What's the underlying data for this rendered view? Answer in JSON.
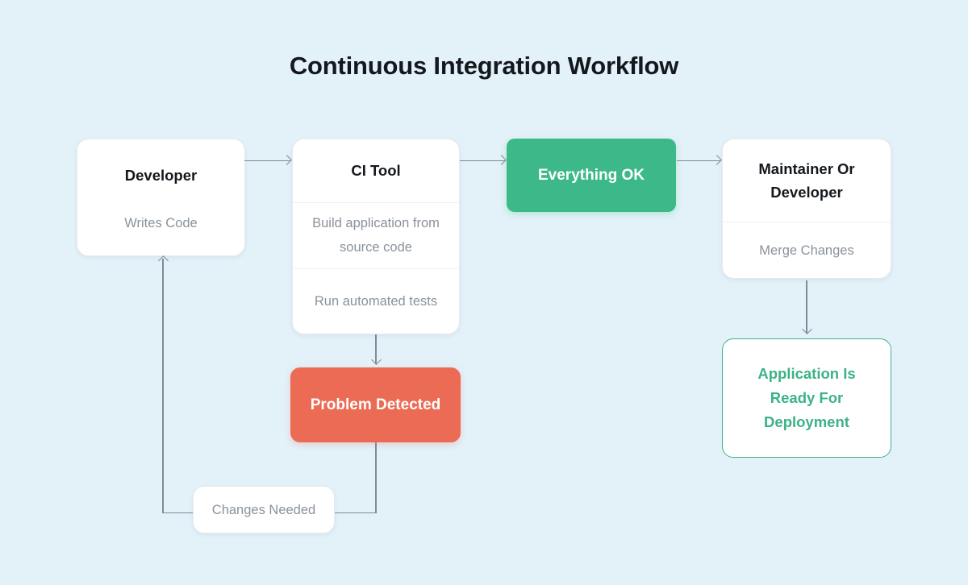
{
  "title": "Continuous Integration Workflow",
  "nodes": {
    "developer": {
      "title": "Developer",
      "subtitle": "Writes Code"
    },
    "ci_tool": {
      "title": "CI Tool",
      "steps": [
        "Build application from source code",
        "Run automated tests"
      ]
    },
    "everything_ok": {
      "label": "Everything OK"
    },
    "maintainer": {
      "title": "Maintainer Or Developer",
      "subtitle": "Merge Changes"
    },
    "application_ready": {
      "label": "Application Is Ready For Deployment"
    },
    "problem_detected": {
      "label": "Problem Detected"
    },
    "changes_needed": {
      "label": "Changes Needed"
    }
  },
  "colors": {
    "background": "#e3f1f9",
    "node_background": "#ffffff",
    "node_border": "#e8ebee",
    "success_green": "#3db989",
    "error_red": "#ec6b54",
    "accent_green_text": "#3cb286",
    "accent_green_border": "#43b18c",
    "heading_text": "#14181d",
    "muted_text": "#8a929b",
    "arrow": "#7f8b95"
  }
}
